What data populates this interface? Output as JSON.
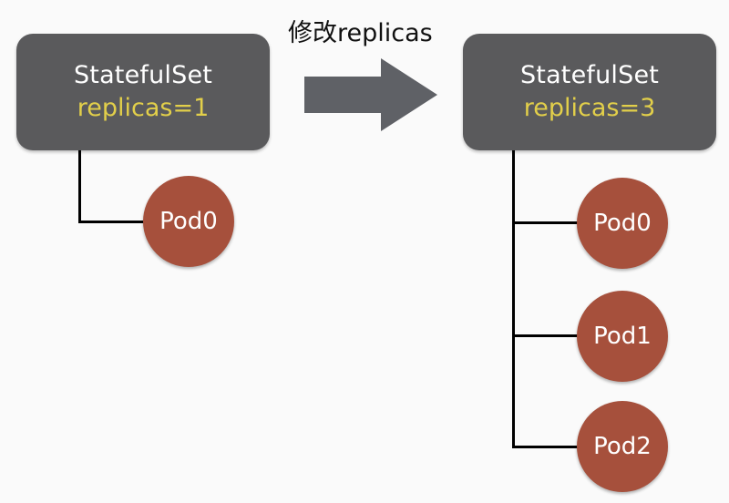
{
  "action": {
    "label": "修改replicas"
  },
  "before": {
    "kind": "StatefulSet",
    "replicas": "replicas=1",
    "pods": [
      "Pod0"
    ]
  },
  "after": {
    "kind": "StatefulSet",
    "replicas": "replicas=3",
    "pods": [
      "Pod0",
      "Pod1",
      "Pod2"
    ]
  },
  "colors": {
    "box": "#5a5a5c",
    "replicas_text": "#e2cf4a",
    "pod": "#a6503c",
    "arrow": "#5f6166"
  }
}
